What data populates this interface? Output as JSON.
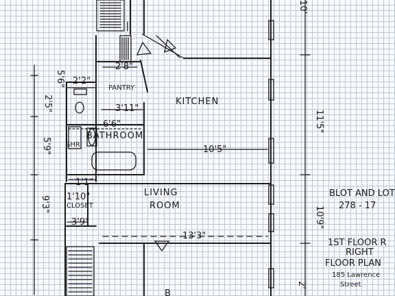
{
  "rooms": {
    "kitchen": "KITCHEN",
    "pantry": "PANTRY",
    "bathroom": "BATHROOM",
    "living_room_1": "LIVING",
    "living_room_2": "ROOM",
    "closet": "CLOSET",
    "bedroom_partial": "B"
  },
  "dimensions": {
    "d_2_8": "2'8\"",
    "d_2_2": "2'2\"",
    "d_5_6": "5'6\"",
    "d_2_5": "2'5\"",
    "d_3_11": "3'11\"",
    "d_6_6": "6'6\"",
    "d_5_9": "5'9\"",
    "d_10_5": "10'5\"",
    "d_1_1": "1'1\"",
    "d_1_10": "1'10\"",
    "d_3_9": "3'9\"",
    "d_9_3": "9'3\"",
    "d_13_3": "13'3\"",
    "d_11_5": "11'5\"",
    "d_10_9": "10'9\"",
    "d_right_top": "10'",
    "d_right_bottom": "2'"
  },
  "notes": {
    "block_lot_1": "BLOT AND LOT",
    "block_lot_2": "278 - 17",
    "floor_1": "1ST FLOOR R",
    "floor_2": "RIGHT",
    "floor_3": "FLOOR PLAN",
    "address_1": "185 Lawrence",
    "address_2": "Street",
    "shr": "SHR"
  }
}
